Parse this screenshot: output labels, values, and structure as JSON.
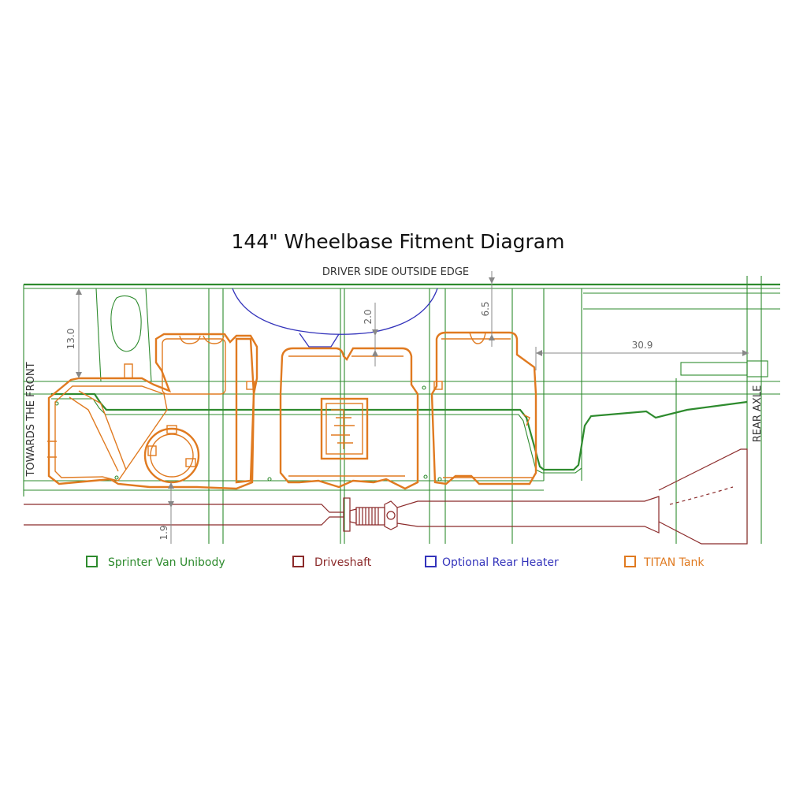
{
  "title": "144\" Wheelbase Fitment Diagram",
  "labels": {
    "driver_side": "DRIVER SIDE OUTSIDE EDGE",
    "towards_front": "TOWARDS THE FRONT",
    "rear_axle": "REAR AXLE"
  },
  "dimensions": {
    "d13": "13.0",
    "d2": "2.0",
    "d65": "6.5",
    "d309": "30.9",
    "d19": "1.9"
  },
  "legend": [
    {
      "label": "Sprinter Van Unibody",
      "color": "#2e8b2e"
    },
    {
      "label": "Driveshaft",
      "color": "#8b2a2a"
    },
    {
      "label": "Optional Rear Heater",
      "color": "#3333bb"
    },
    {
      "label": "TITAN Tank",
      "color": "#e07a20"
    }
  ]
}
